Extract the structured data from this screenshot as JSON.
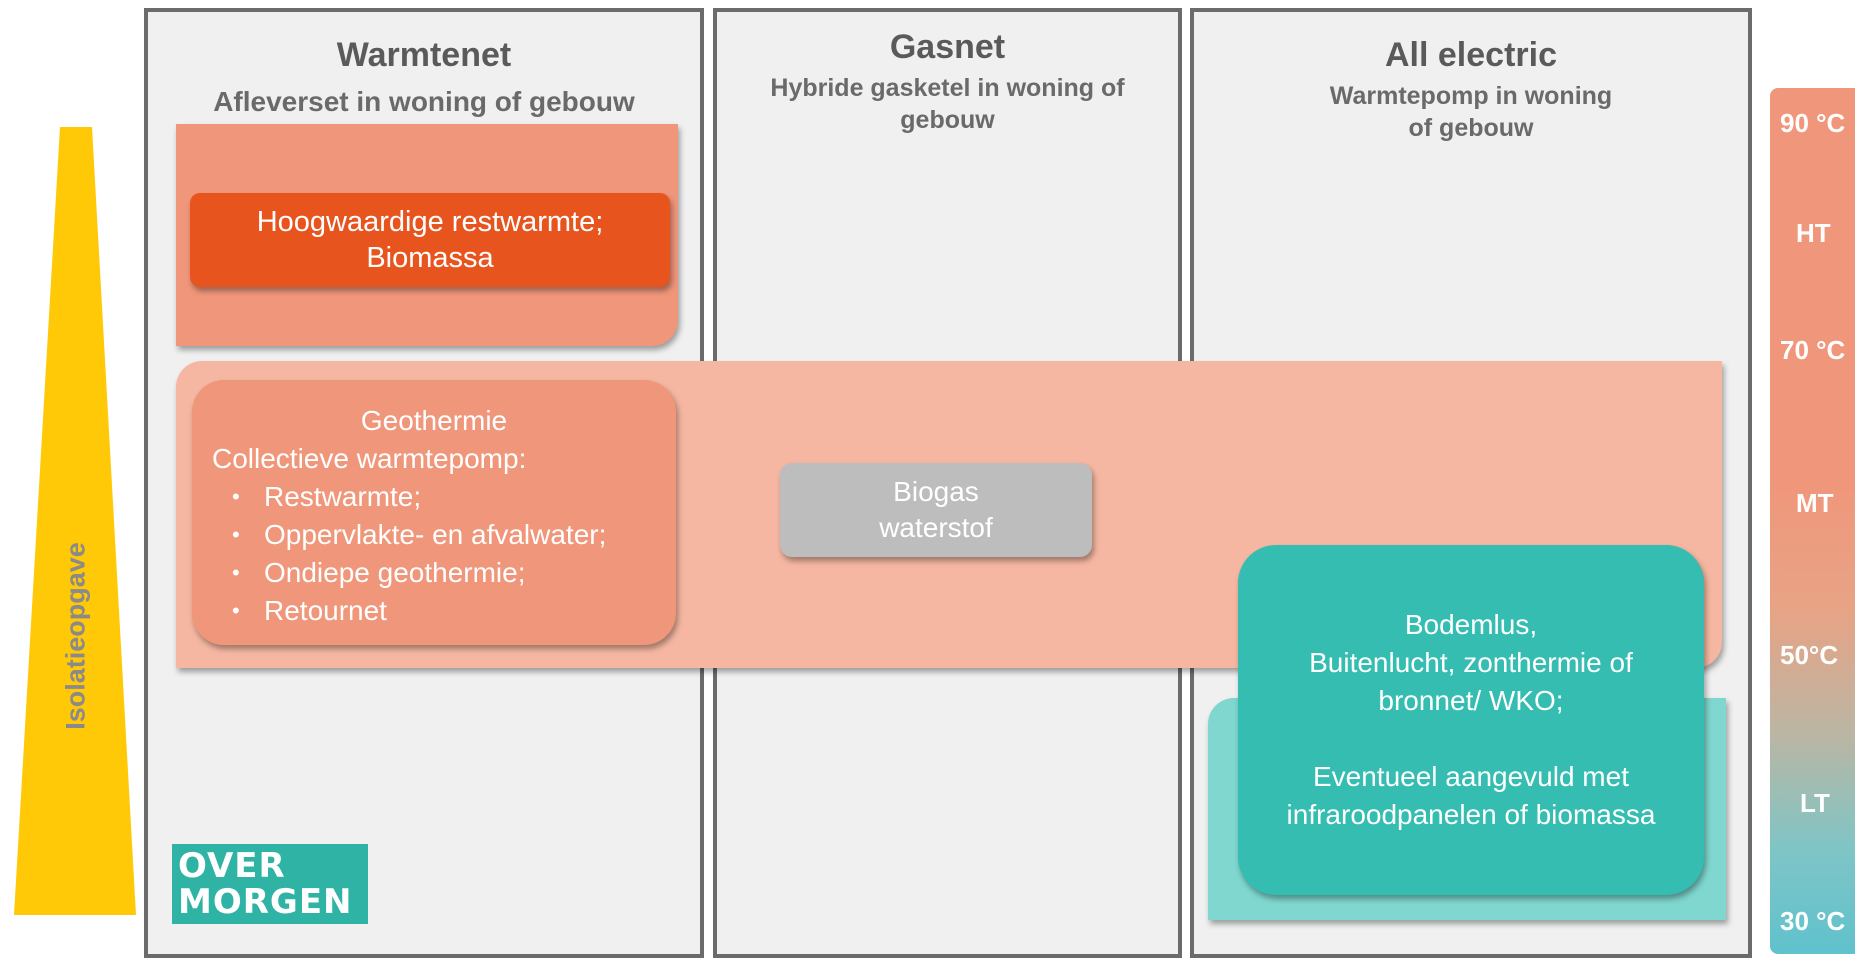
{
  "columns": {
    "warmtenet": {
      "title": "Warmtenet",
      "subtitle": "Afleverset in woning of gebouw"
    },
    "gasnet": {
      "title": "Gasnet",
      "subtitle_lines": [
        "Hybride gasketel in woning of",
        "gebouw"
      ]
    },
    "all_electric": {
      "title": "All electric",
      "subtitle_lines": [
        "Warmtepomp in woning",
        "of gebouw"
      ]
    }
  },
  "boxes": {
    "restwarmte_lines": [
      "Hoogwaardige restwarmte;",
      "Biomassa"
    ],
    "geothermie": {
      "heading": "Geothermie",
      "intro": "Collectieve warmtepomp:",
      "items": [
        "Restwarmte;",
        "Oppervlakte- en afvalwater;",
        "Ondiepe geothermie;",
        "Retournet"
      ]
    },
    "biogas_lines": [
      "Biogas",
      "waterstof"
    ],
    "bodemlus_lines": [
      "Bodemlus,",
      "Buitenlucht, zonthermie of",
      "bronnet/ WKO;",
      "",
      "Eventueel aangevuld met",
      "infraroodpanelen of biomassa"
    ]
  },
  "isolation_label": "Isolatieopgave",
  "logo_lines": [
    "OVER",
    "MORGEN"
  ],
  "temperature_scale": [
    "90 °C",
    "HT",
    "70 °C",
    "MT",
    "50°C",
    "LT",
    "30 °C"
  ],
  "colors": {
    "dark_orange": "#e8541e",
    "salmon": "#f0967a",
    "light_salmon": "#f5b7a2",
    "teal": "#35bdb1",
    "light_teal": "#7fd7cf",
    "grey_box": "#bdbdbd",
    "yellow": "#ffc907",
    "logo": "#2fb3a5"
  }
}
